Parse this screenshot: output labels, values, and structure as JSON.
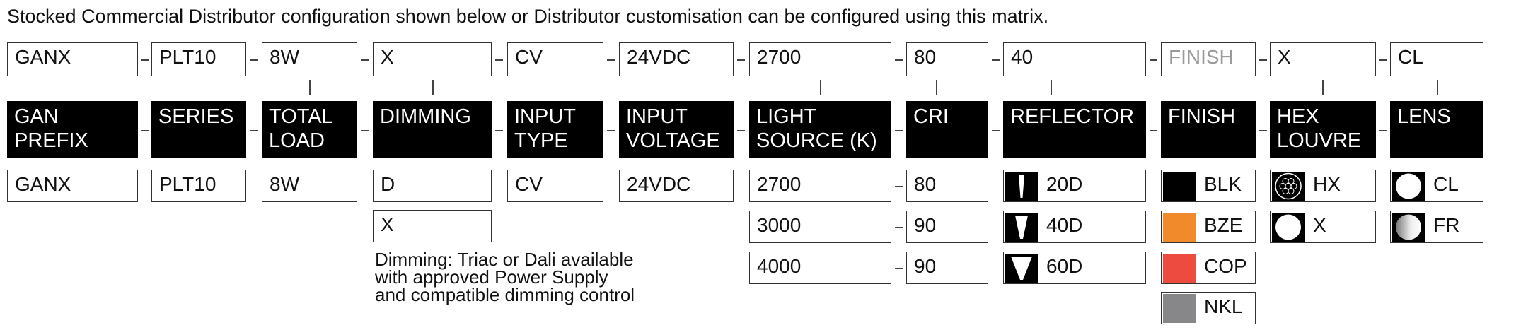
{
  "intro": "Stocked Commercial Distributor configuration shown below or Distributor customisation can be configured using this matrix.",
  "config": [
    "GANX",
    "PLT10",
    "8W",
    "X",
    "CV",
    "24VDC",
    "2700",
    "80",
    "40",
    "FINISH",
    "X",
    "CL"
  ],
  "headers": {
    "gan_prefix": [
      "GAN",
      "PREFIX"
    ],
    "series": [
      "SERIES"
    ],
    "total_load": [
      "TOTAL",
      "LOAD"
    ],
    "dimming": [
      "DIMMING"
    ],
    "input_type": [
      "INPUT",
      "TYPE"
    ],
    "input_voltage": [
      "INPUT",
      "VOLTAGE"
    ],
    "light_source": [
      "LIGHT",
      "SOURCE (K)"
    ],
    "cri": [
      "CRI"
    ],
    "reflector": [
      "REFLECTOR"
    ],
    "finish": [
      "FINISH"
    ],
    "hex_louvre": [
      "HEX",
      "LOUVRE"
    ],
    "lens": [
      "LENS"
    ]
  },
  "options": {
    "gan_prefix": [
      "GANX"
    ],
    "series": [
      "PLT10"
    ],
    "total_load": [
      "8W"
    ],
    "dimming": [
      "D",
      "X"
    ],
    "input_type": [
      "CV"
    ],
    "input_voltage": [
      "24VDC"
    ],
    "light_source": [
      "2700",
      "3000",
      "4000"
    ],
    "cri": [
      "80",
      "90",
      "90"
    ],
    "reflector": [
      {
        "code": "20D",
        "icon": "beam-20-icon"
      },
      {
        "code": "40D",
        "icon": "beam-40-icon"
      },
      {
        "code": "60D",
        "icon": "beam-60-icon"
      }
    ],
    "finish": [
      {
        "code": "BLK",
        "color": "#000000"
      },
      {
        "code": "BZE",
        "color": "#f08a2a"
      },
      {
        "code": "COP",
        "color": "#ee4b40"
      },
      {
        "code": "NKL",
        "color": "#87878a"
      }
    ],
    "hex_louvre": [
      {
        "code": "HX",
        "icon": "hex-louvre-icon"
      },
      {
        "code": "X",
        "icon": "no-louvre-icon"
      }
    ],
    "lens": [
      {
        "code": "CL",
        "icon": "clear-lens-icon"
      },
      {
        "code": "FR",
        "icon": "frosted-lens-icon"
      }
    ]
  },
  "dimming_note": "Dimming: Triac or Dali available with approved Power Supply and compatible dimming control"
}
